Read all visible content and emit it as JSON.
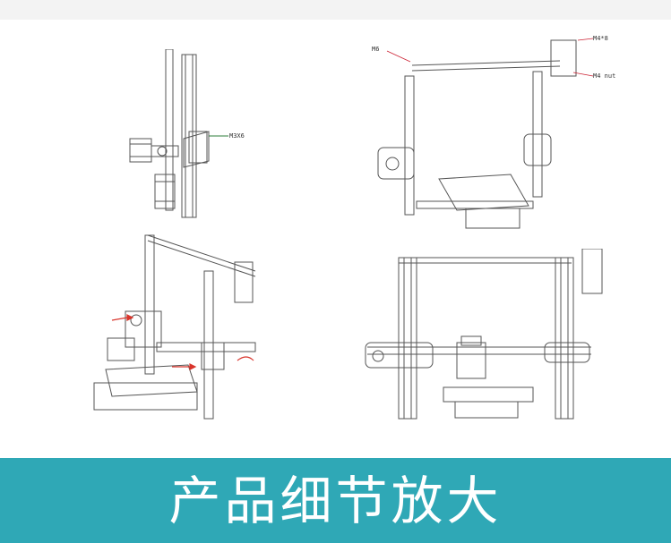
{
  "banner": {
    "title": "产品细节放大"
  },
  "panels": {
    "top_left": {
      "callouts": [
        "M3X6"
      ]
    },
    "top_right": {
      "callouts": [
        "M6",
        "M4*8",
        "M4 nut"
      ]
    }
  },
  "colors": {
    "banner": "#2fa8b6",
    "arrow": "#d9342b",
    "line": "#555555"
  }
}
